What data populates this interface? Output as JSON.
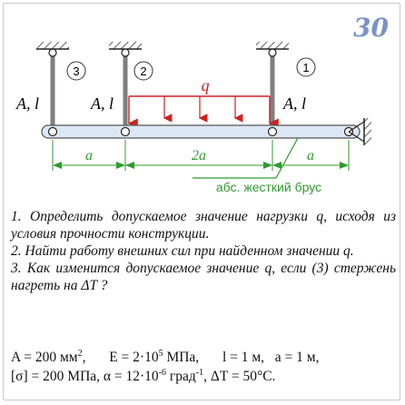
{
  "problem_number": "30",
  "diagram": {
    "rod_labels": [
      "3",
      "2",
      "1"
    ],
    "rod_param_labels": [
      "A, l",
      "A, l",
      "A, l"
    ],
    "load_label": "q",
    "dim_labels": [
      "a",
      "2a",
      "a"
    ],
    "beam_label": "абс. жесткий брус",
    "colors": {
      "load": "#cc2222",
      "dim": "#2e9a2e",
      "rod": "#7f7f7f",
      "beam": "#dbe7f5"
    }
  },
  "tasks": [
    "1. Определить допускаемое значение нагрузки q, исходя из условия прочности конструкции.",
    "2. Найти работу внешних сил при найденном значении q.",
    "3. Как изменится допускаемое значение q, если (3) стержень нагреть на ΔT ?"
  ],
  "given": {
    "A": "A = 200 мм",
    "A_exp": "2",
    "E": "E = 2·10",
    "E_exp": "5",
    "E_unit": " МПа,",
    "l": "l = 1 м,",
    "a": "a = 1 м,",
    "sigma": "[σ] = 200 МПа,",
    "alpha": "α = 12·10",
    "alpha_exp": "-6",
    "alpha_unit": " град",
    "alpha_unit_exp": "-1",
    "dT": "ΔT = 50°C."
  }
}
